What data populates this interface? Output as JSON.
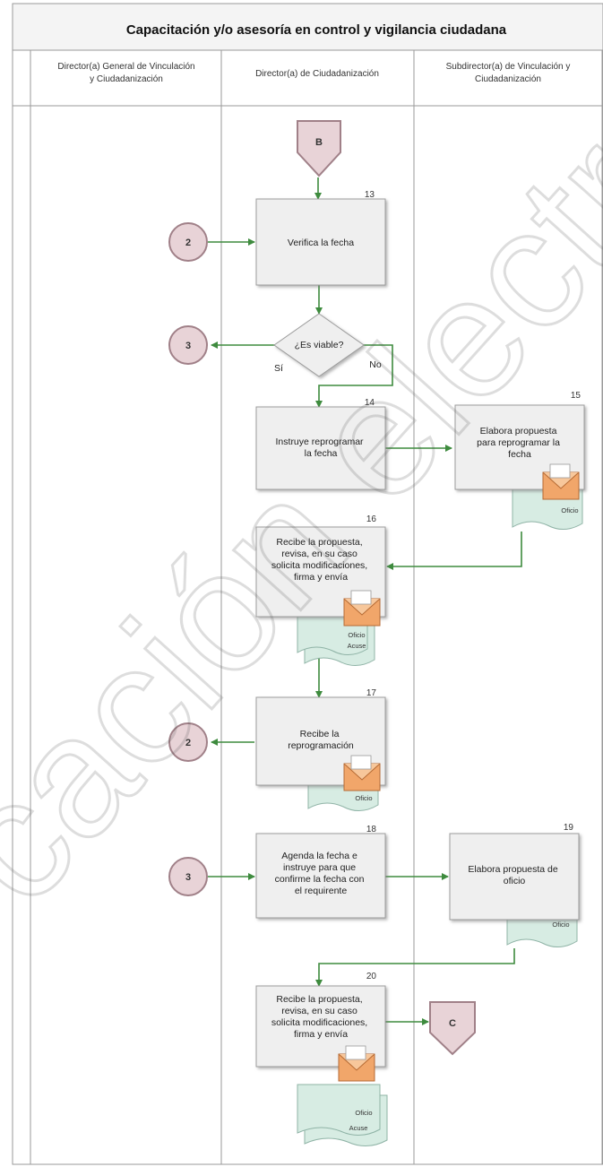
{
  "title": "Capacitación y/o asesoría en control y vigilancia ciudadana",
  "lanes": [
    {
      "line1": "Director(a) General de Vinculación",
      "line2": "y Ciudadanización"
    },
    {
      "line1": "Director(a) de Ciudadanización",
      "line2": ""
    },
    {
      "line1": "Subdirector(a) de Vinculación y",
      "line2": "Ciudadanización"
    }
  ],
  "connectors": {
    "start": "B",
    "c2a": "2",
    "c3a": "3",
    "c2b": "2",
    "c3b": "3",
    "end": "C"
  },
  "steps": {
    "s13": {
      "num": "13",
      "lines": [
        "Verifica la fecha"
      ]
    },
    "decision": {
      "lines": [
        "¿Es viable?"
      ],
      "yes": "Sí",
      "no": "No"
    },
    "s14": {
      "num": "14",
      "lines": [
        "Instruye reprogramar",
        "la fecha"
      ]
    },
    "s15": {
      "num": "15",
      "lines": [
        "Elabora propuesta",
        "para reprogramar la",
        "fecha"
      ]
    },
    "s16": {
      "num": "16",
      "lines": [
        "Recibe la propuesta,",
        "revisa, en su caso",
        "solicita modificaciones,",
        "firma y envía"
      ]
    },
    "s17": {
      "num": "17",
      "lines": [
        "Recibe la",
        "reprogramación"
      ]
    },
    "s18": {
      "num": "18",
      "lines": [
        "Agenda la fecha e",
        "instruye para que",
        "confirme la fecha con",
        "el requirente"
      ]
    },
    "s19": {
      "num": "19",
      "lines": [
        "Elabora propuesta de",
        "oficio"
      ]
    },
    "s20": {
      "num": "20",
      "lines": [
        "Recibe la propuesta,",
        "revisa, en su caso",
        "solicita modificaciones,",
        "firma y envía"
      ]
    }
  },
  "documents": {
    "oficio": "Oficio",
    "acuse": "Acuse"
  },
  "watermark": "cación electr"
}
